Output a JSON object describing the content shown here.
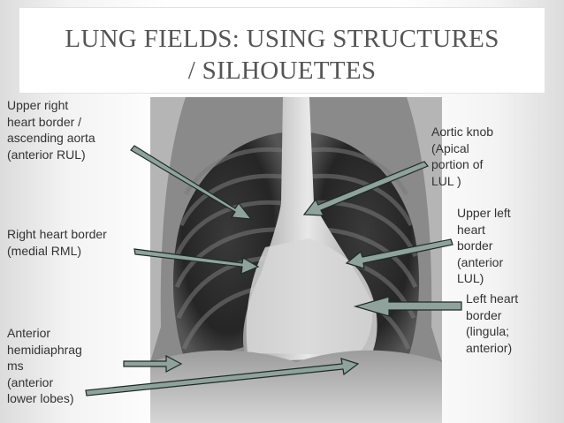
{
  "slide": {
    "title_line1": "LUNG FIELDS: USING STRUCTURES",
    "title_line2": "/ SILHOUETTES"
  },
  "labels": {
    "upper_right_heart_border": "Upper right\nheart border /\nascending aorta\n(anterior RUL)",
    "right_heart_border": "Right heart border\n(medial RML)",
    "anterior_hemidiaphragms": "Anterior\nhemidiaphrag\nms\n(anterior\nlower lobes)",
    "aortic_knob": "Aortic knob\n(Apical\nportion of\nLUL )",
    "upper_left_heart_border": "Upper left\nheart\nborder\n(anterior\nLUL)",
    "left_heart_border": "Left heart\nborder\n(lingula;\nanterior)"
  },
  "colors": {
    "title_text": "#555555",
    "label_text": "#333333",
    "arrow_fill": "#8fa29b",
    "arrow_stroke": "#1e2a28"
  },
  "image": {
    "subject": "chest-xray-pa-view"
  }
}
